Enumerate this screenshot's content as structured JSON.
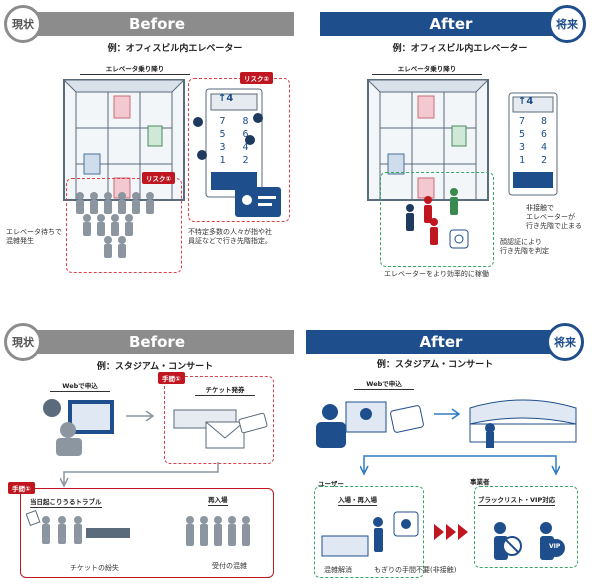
{
  "q1": {
    "badge": "現状",
    "header": "Before",
    "subtitle": "例：オフィスビル内エレベーター",
    "elevator_label": "エレベータ乗り降り",
    "risk1": "リスク①",
    "risk2": "リスク②",
    "waiting_text": "エレベータ待ちで\n混雑発生",
    "risk2_text": "不特定多数の人々が指や社\n員証などで行き先階指定。",
    "keypad": [
      "7",
      "8",
      "5",
      "6",
      "3",
      "4",
      "1",
      "2"
    ],
    "display": "↑4"
  },
  "q2": {
    "badge": "将来",
    "header": "After",
    "subtitle": "例：オフィスビル内エレベーター",
    "elevator_label": "エレベータ乗り降り",
    "keypad": [
      "7",
      "8",
      "5",
      "6",
      "3",
      "4",
      "1",
      "2"
    ],
    "display": "↑4",
    "touchless_text": "非接触で\nエレベーターが\n行き先階で止まる",
    "face_text": "顔認証により\n行き先階を判定",
    "efficient_text": "エレベーターをより効率的に稼働"
  },
  "q3": {
    "badge": "現状",
    "header": "Before",
    "subtitle": "例：スタジアム・コンサート",
    "web_label": "Webで申込",
    "step1": "手間①",
    "ticket_label": "チケット発券",
    "step2": "手間①",
    "trouble_label": "当日起こりうるトラブル",
    "reentry_label": "再入場",
    "lost_text": "チケットの紛失",
    "crowd_text": "受付の混雑"
  },
  "q4": {
    "badge": "将来",
    "header": "After",
    "subtitle": "例：スタジアム・コンサート",
    "web_label": "Webで申込",
    "user_label": "ユーザー",
    "operator_label": "事業者",
    "entry_label": "入場・再入場",
    "blacklist_label": "ブラックリスト・VIP対応",
    "relief_text": "混雑解消",
    "ticketless_text": "もぎりの手間不要(非接触)",
    "vip": "VIP"
  }
}
